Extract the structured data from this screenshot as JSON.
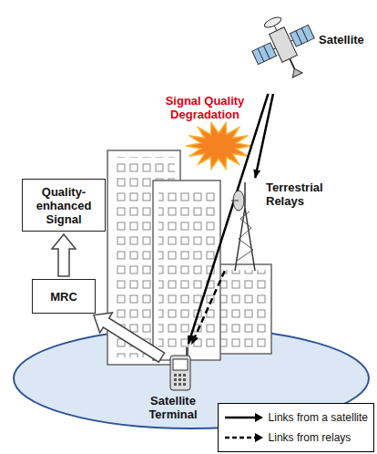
{
  "diagram": {
    "nodes": [
      {
        "text": [
          "Satellite"
        ]
      },
      {
        "text": [
          "Quality-enhanced Signal"
        ]
      },
      {
        "text": [
          "MRC"
        ]
      },
      {
        "text": [
          "Terrestrial Relays"
        ]
      },
      {
        "text": [
          "Satellite Terminal"
        ]
      }
    ],
    "edges": [
      {
        "from": 0,
        "to": 4,
        "arrow": "to"
      },
      {
        "from": 0,
        "to": 3,
        "arrow": "to"
      },
      {
        "from": 3,
        "to": 4,
        "arrow": "to"
      },
      {
        "from": 4,
        "to": 2,
        "arrow": "to"
      },
      {
        "from": 2,
        "to": 1,
        "arrow": "to"
      }
    ],
    "labels": [
      "Signal Quality Degradation"
    ],
    "legend": [
      {
        "text": "Links from a satellite"
      },
      {
        "text": "Links from relays"
      }
    ]
  }
}
